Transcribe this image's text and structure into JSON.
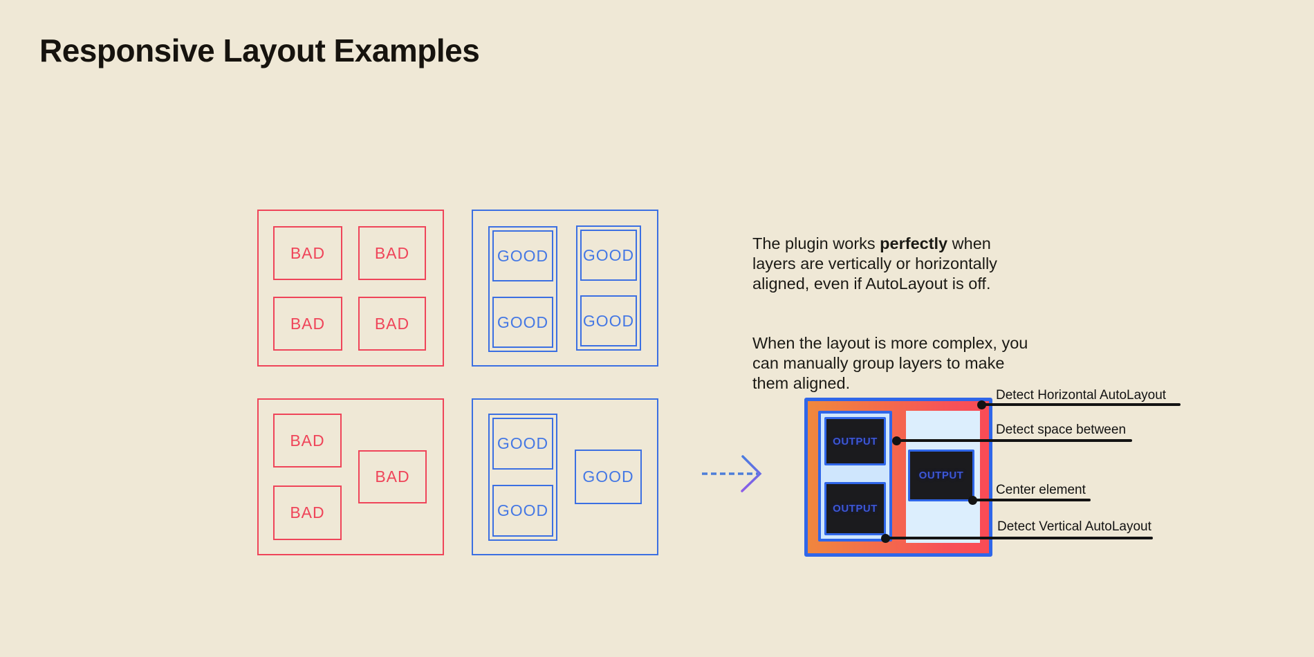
{
  "page": {
    "title": "Responsive Layout Examples",
    "background": "#EFE8D6"
  },
  "labels": {
    "bad": "BAD",
    "good": "GOOD",
    "output": "OUTPUT"
  },
  "description": {
    "p1_before": "The plugin works ",
    "p1_bold": "perfectly",
    "p1_after": " when\nlayers are vertically or horizontally\naligned, even if AutoLayout is off.",
    "p2": "When the layout is more complex, you\ncan manually group layers to make\nthem aligned."
  },
  "annotations": [
    {
      "label": "Detect Horizontal AutoLayout"
    },
    {
      "label": "Detect space between"
    },
    {
      "label": "Center element"
    },
    {
      "label": "Detect Vertical AutoLayout"
    }
  ],
  "icons": {
    "flow_arrow": "dashed-arrow-right-icon"
  },
  "colors": {
    "bad_red": "#EF4459",
    "good_blue": "#3B6FE2",
    "good_text_blue": "#4578E4",
    "frame_border_blue": "#2F66E9",
    "gradient_start": "#F0883D",
    "gradient_end": "#FA4B55",
    "group_fill_light_blue": "#CFE6FD",
    "column_fill_light_blue": "#DCEEFD",
    "output_box_dark": "#1B1B1E",
    "output_text_blue": "#3D57D6",
    "annotation_black": "#131313",
    "text_black": "#1B1A15"
  }
}
